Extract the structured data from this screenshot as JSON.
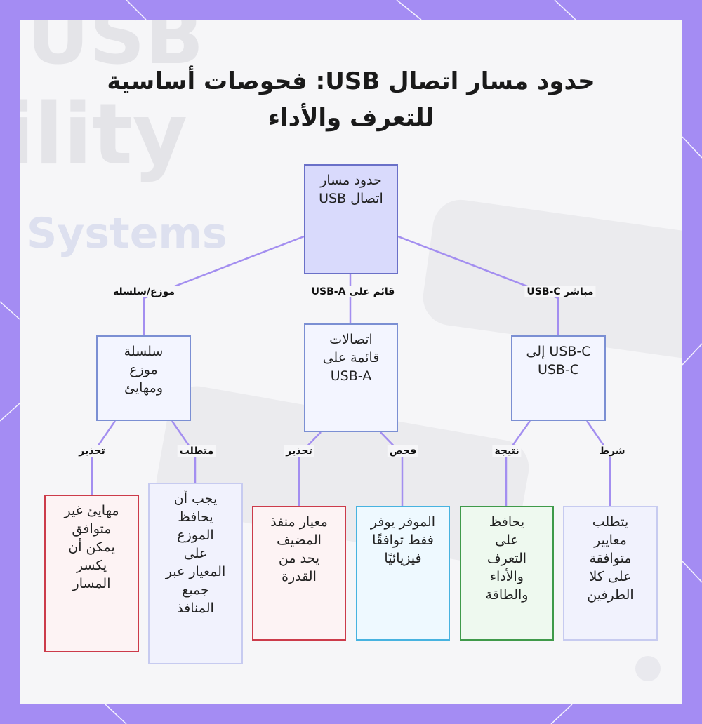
{
  "title": "حدود مسار اتصال USB: فحوصات أساسية للتعرف والأداء",
  "watermark": [
    "USB",
    "ility",
    "Systems"
  ],
  "nodes": {
    "root": "حدود مسار اتصال USB",
    "hub": "سلسلة موزع ومهايئ",
    "usba": "اتصالات قائمة على USB-A",
    "usbc": "USB-C إلى USB-C",
    "hub_warn": "مهايئ غير متوافق يمكن أن يكسر المسار",
    "hub_req": "يجب أن يحافظ الموزع على المعيار عبر جميع المنافذ",
    "usba_warn": "معيار منفذ المضيف يحد من القدرة",
    "usba_check": "الموفر يوفر فقط توافقًا فيزيائيًا",
    "usbc_result": "يحافظ على التعرف والأداء والطاقة",
    "usbc_cond": "يتطلب معايير متوافقة على كلا الطرفين"
  },
  "edges": {
    "root_hub": "موزع/سلسلة",
    "root_usba": "قائم على USB-A",
    "root_usbc": "مباشر USB-C",
    "hub_warn": "تحذير",
    "hub_req": "متطلب",
    "usba_warn": "تحذير",
    "usba_check": "فحص",
    "usbc_result": "نتيجة",
    "usbc_cond": "شرط"
  },
  "colors": {
    "frame": "#a48cf3",
    "edge": "#a38ef0",
    "warning": "#cc3b4a",
    "check": "#47b3e0",
    "result": "#3f9a4a"
  }
}
